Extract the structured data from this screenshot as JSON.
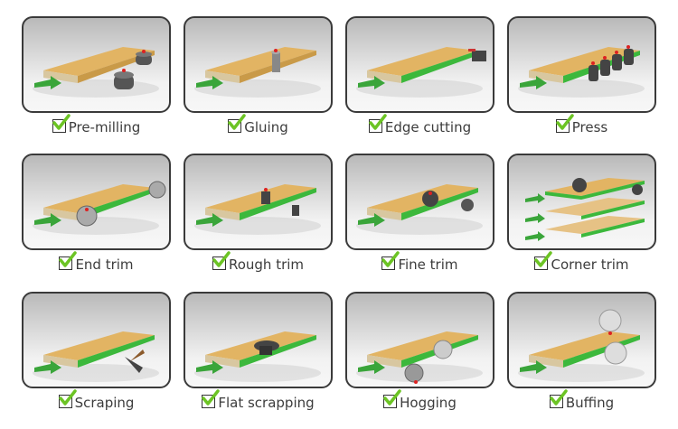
{
  "steps": [
    {
      "label": "Pre-milling",
      "tools": "two-round-cutters",
      "icon": "pre-milling-icon"
    },
    {
      "label": "Gluing",
      "tools": "glue-roller",
      "icon": "gluing-icon"
    },
    {
      "label": "Edge cutting",
      "tools": "edge-cutter",
      "icon": "edge-cutting-icon"
    },
    {
      "label": "Press",
      "tools": "press-rollers",
      "icon": "press-icon"
    },
    {
      "label": "End trim",
      "tools": "two-saw-blades",
      "icon": "end-trim-icon"
    },
    {
      "label": "Rough trim",
      "tools": "trim-cutters",
      "icon": "rough-trim-icon"
    },
    {
      "label": "Fine trim",
      "tools": "trim-cutters",
      "icon": "fine-trim-icon"
    },
    {
      "label": "Corner trim",
      "tools": "corner-cutters",
      "icon": "corner-trim-icon"
    },
    {
      "label": "Scraping",
      "tools": "scraper",
      "icon": "scraping-icon"
    },
    {
      "label": "Flat scrapping",
      "tools": "flat-scraper",
      "icon": "flat-scrapping-icon"
    },
    {
      "label": "Hogging",
      "tools": "hogging-saws",
      "icon": "hogging-icon"
    },
    {
      "label": "Buffing",
      "tools": "buffing-wheels",
      "icon": "buffing-icon"
    }
  ],
  "colors": {
    "edge_band": "#3cb83c",
    "arrow": "#3aa53a",
    "board_top": "#e2b463",
    "check": "#6cc424",
    "frame": "#3a3a3a"
  }
}
